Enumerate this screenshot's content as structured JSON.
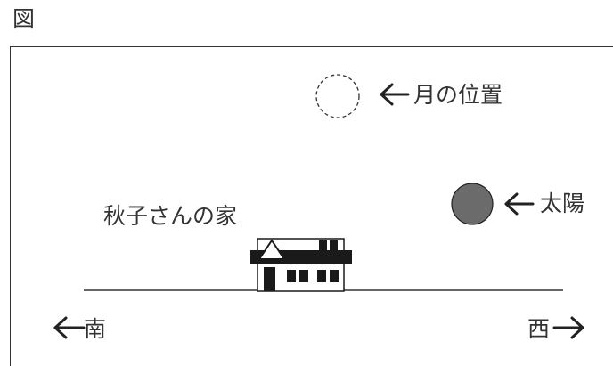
{
  "figure_label": "図",
  "moon": {
    "label": "月の位置",
    "style": "dashed-outline"
  },
  "sun": {
    "label": "太陽",
    "color": "#6b6b6b"
  },
  "house": {
    "label": "秋子さんの家"
  },
  "directions": {
    "south": "南",
    "west": "西"
  },
  "colors": {
    "line": "#333333",
    "sun": "#6b6b6b",
    "house": "#1a1a1a"
  }
}
